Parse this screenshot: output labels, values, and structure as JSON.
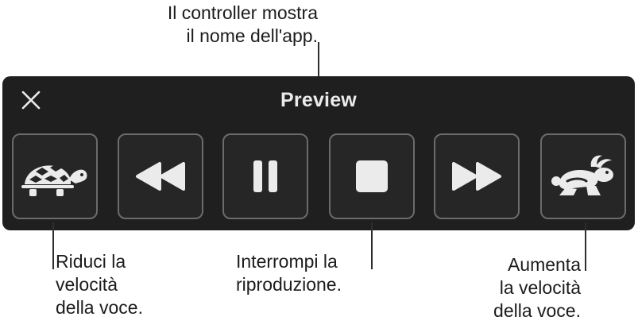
{
  "controller": {
    "title": "Preview",
    "close_icon": "close-icon",
    "buttons": [
      {
        "id": "slower",
        "icon": "turtle-icon",
        "action": "decrease speech rate"
      },
      {
        "id": "rewind",
        "icon": "rewind-icon",
        "action": "skip back"
      },
      {
        "id": "pause",
        "icon": "pause-icon",
        "action": "pause"
      },
      {
        "id": "stop",
        "icon": "stop-icon",
        "action": "stop"
      },
      {
        "id": "forward",
        "icon": "fast-forward-icon",
        "action": "skip forward"
      },
      {
        "id": "faster",
        "icon": "rabbit-icon",
        "action": "increase speech rate"
      }
    ],
    "colors": {
      "panel_bg": "#1f1f1f",
      "button_border": "#6b6b6b",
      "icon": "#ebebeb"
    }
  },
  "callouts": {
    "top": {
      "line1": "Il controller mostra",
      "line2": "il nome dell'app."
    },
    "left": {
      "line1": "Riduci la",
      "line2": "velocità",
      "line3": "della voce."
    },
    "middle": {
      "line1": "Interrompi la",
      "line2": "riproduzione."
    },
    "right": {
      "line1": "Aumenta",
      "line2": "la velocità",
      "line3": "della voce."
    }
  }
}
